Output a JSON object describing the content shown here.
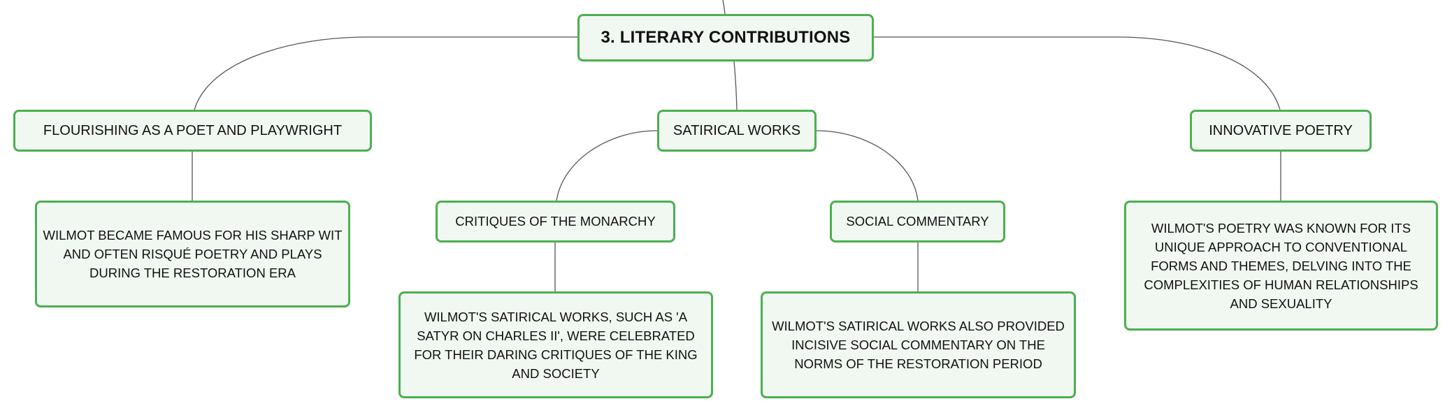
{
  "diagram": {
    "type": "mind-map",
    "colors": {
      "node_border": "#4caf50",
      "node_fill": "#f1f8f2",
      "connector": "#555555",
      "text": "#111111"
    },
    "root": {
      "label": "3. LITERARY CONTRIBUTIONS"
    },
    "branches": {
      "flourishing": {
        "label": "FLOURISHING AS A POET AND PLAYWRIGHT",
        "detail": "WILMOT BECAME FAMOUS FOR HIS SHARP WIT AND OFTEN RISQUÉ POETRY AND PLAYS DURING THE RESTORATION ERA"
      },
      "satirical": {
        "label": "SATIRICAL WORKS",
        "children": {
          "critiques": {
            "label": "CRITIQUES OF THE MONARCHY",
            "detail": "WILMOT'S SATIRICAL WORKS, SUCH AS 'A SATYR ON CHARLES II', WERE CELEBRATED FOR THEIR DARING CRITIQUES OF THE KING AND SOCIETY"
          },
          "social": {
            "label": "SOCIAL COMMENTARY",
            "detail": "WILMOT'S SATIRICAL WORKS ALSO PROVIDED INCISIVE SOCIAL COMMENTARY ON THE NORMS OF THE RESTORATION PERIOD"
          }
        }
      },
      "innovative": {
        "label": "INNOVATIVE POETRY",
        "detail": "WILMOT'S POETRY WAS KNOWN FOR ITS UNIQUE APPROACH TO CONVENTIONAL FORMS AND THEMES, DELVING INTO THE COMPLEXITIES OF HUMAN RELATIONSHIPS AND SEXUALITY"
      }
    }
  }
}
